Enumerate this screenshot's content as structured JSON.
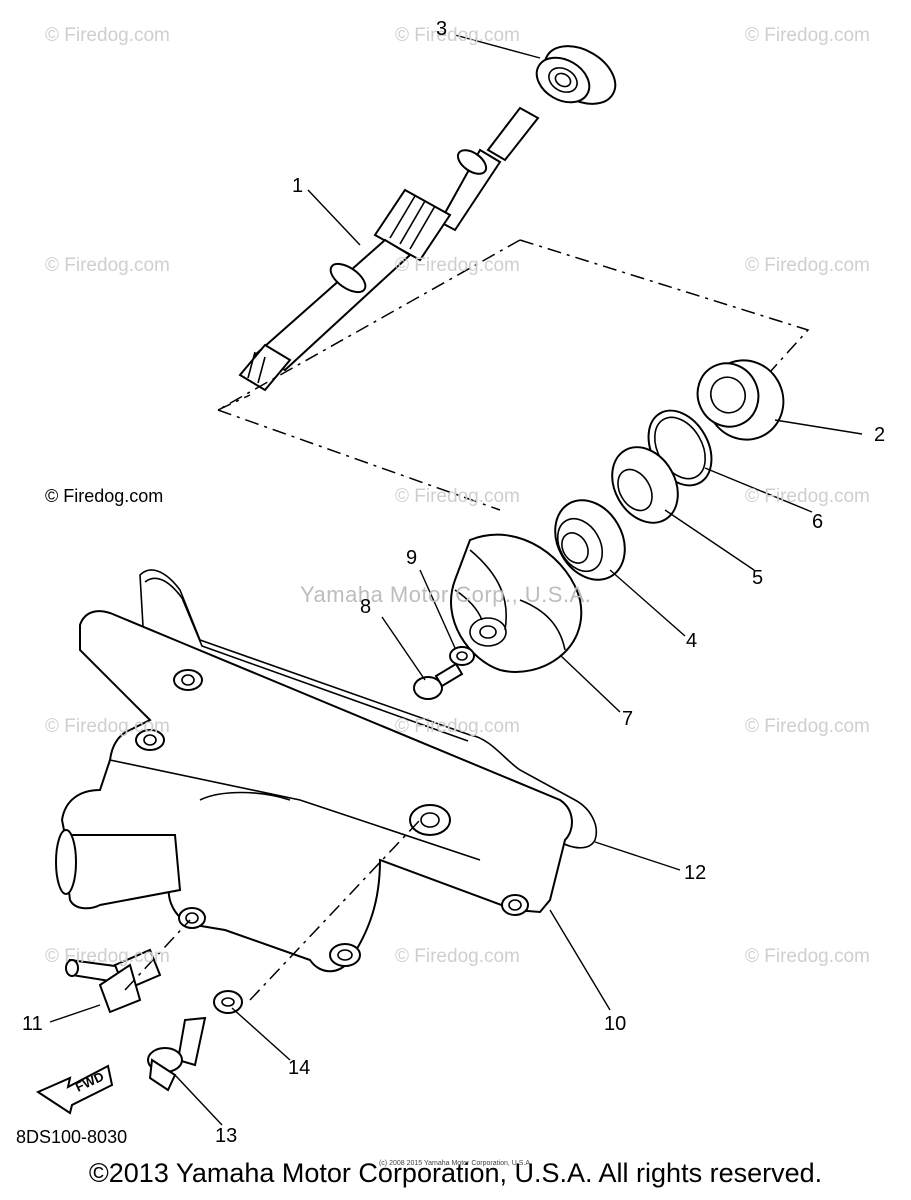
{
  "watermark": "© Firedog.com",
  "center_watermark": "Yamaha Motor Corp., U.S.A.",
  "callouts": [
    "1",
    "2",
    "3",
    "4",
    "5",
    "6",
    "7",
    "8",
    "9",
    "10",
    "11",
    "12",
    "13",
    "14"
  ],
  "fwd_label": "FWD",
  "diagram_code": "8DS100-8030",
  "tiny_notice": "(c) 2008 2015 Yamaha Motor Corporation, U.S.A.",
  "copyright": "©2013 Yamaha Motor Corporation, U.S.A. All rights reserved."
}
